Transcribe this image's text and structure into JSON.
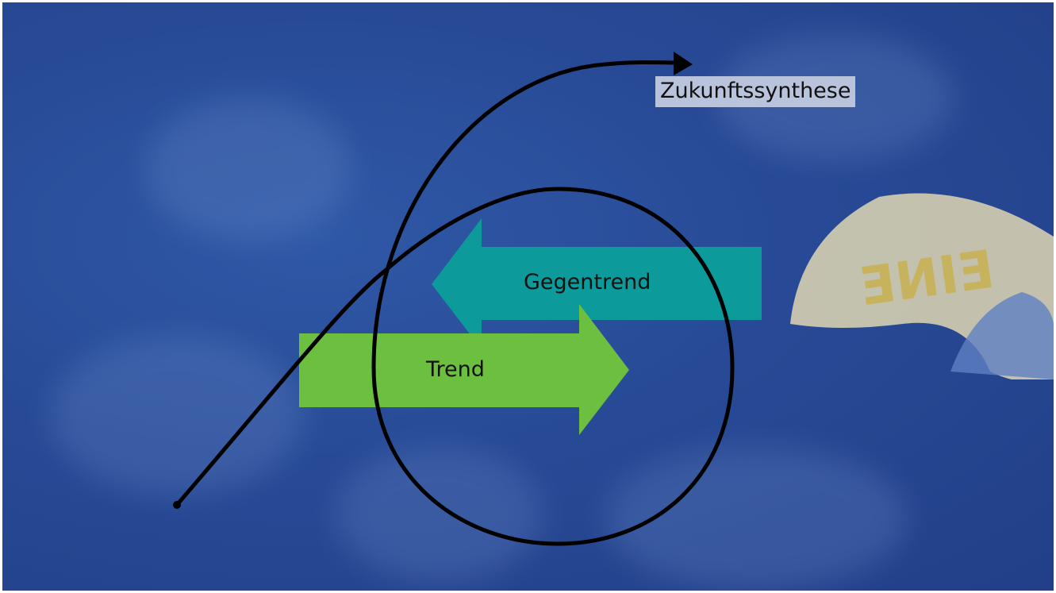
{
  "diagram": {
    "synthesis_label": "Zukunftssynthese",
    "countertrend_label": "Gegentrend",
    "trend_label": "Trend",
    "banner_text": "EINE"
  },
  "colors": {
    "background": "#284a96",
    "trend_arrow": "#6cbf3f",
    "countertrend_arrow": "#0d9a9a",
    "spiral_stroke": "#000000",
    "label_background": "#b9c3dc"
  }
}
